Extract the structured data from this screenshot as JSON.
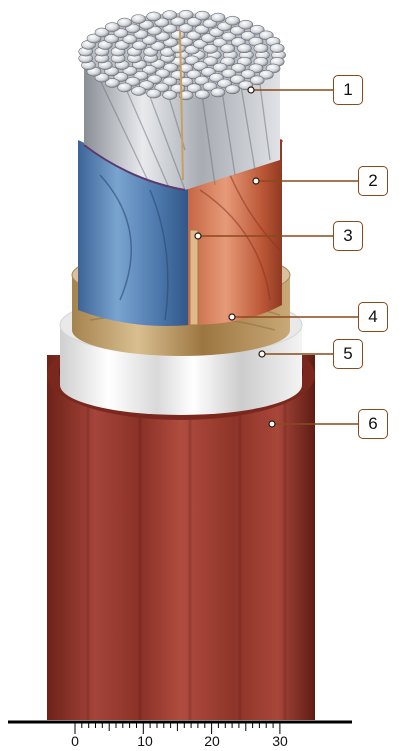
{
  "callouts": [
    {
      "number": "1",
      "component": "aluminium-conductor"
    },
    {
      "number": "2",
      "component": "insulation-red"
    },
    {
      "number": "3",
      "component": "filler-insulation-blue"
    },
    {
      "number": "4",
      "component": "tape-wrap"
    },
    {
      "number": "5",
      "component": "inner-sheath"
    },
    {
      "number": "6",
      "component": "outer-sheath"
    }
  ],
  "scale": {
    "tick_labels": [
      "0",
      "10",
      "20",
      "30"
    ]
  },
  "colors": {
    "outer_sheath": "#9a3a2c",
    "outer_sheath_dark": "#6e2218",
    "inner_sheath": "#f3f3f3",
    "tape": "#b89a6a",
    "core_blue": "#5a86b8",
    "core_red": "#c96a4a",
    "conductor": "#c9ccd2",
    "callout_line": "#8a4a1a"
  }
}
